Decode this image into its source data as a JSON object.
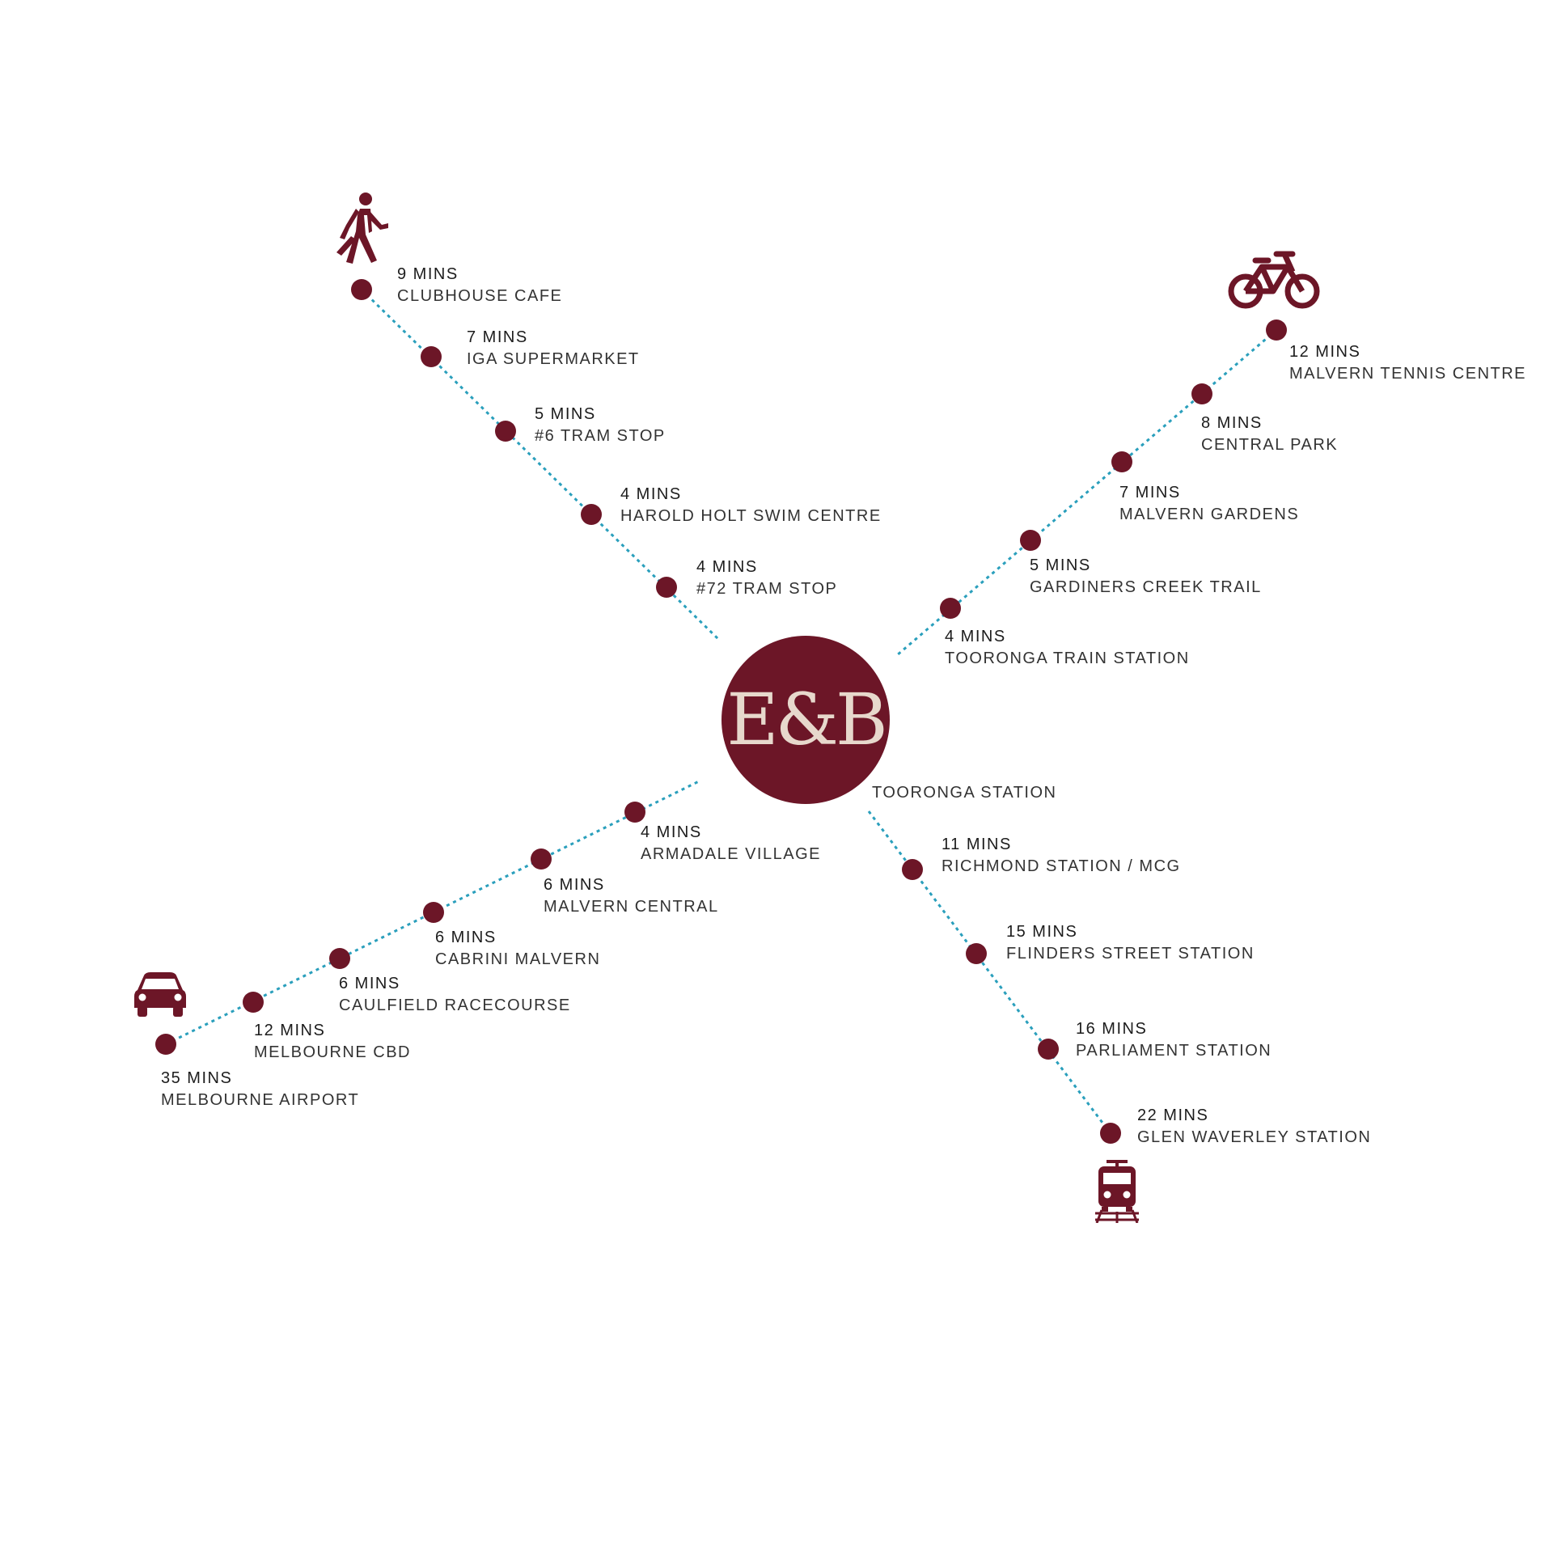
{
  "hub": {
    "logo_text": "E&B",
    "station_label": "TOORONGA STATION"
  },
  "colors": {
    "accent": "#6c1627",
    "route_line": "#2a9fbc",
    "logo_text": "#e7d8cc"
  },
  "routes": {
    "walk": {
      "icon": "walking-person-icon",
      "stops": [
        {
          "mins": "9 MINS",
          "place": "CLUBHOUSE CAFE"
        },
        {
          "mins": "7 MINS",
          "place": "IGA SUPERMARKET"
        },
        {
          "mins": "5 MINS",
          "place": "#6 TRAM STOP"
        },
        {
          "mins": "4 MINS",
          "place": "HAROLD HOLT SWIM CENTRE"
        },
        {
          "mins": "4 MINS",
          "place": "#72 TRAM STOP"
        }
      ]
    },
    "bike": {
      "icon": "bicycle-icon",
      "stops": [
        {
          "mins": "12 MINS",
          "place": "MALVERN TENNIS CENTRE"
        },
        {
          "mins": "8 MINS",
          "place": "CENTRAL PARK"
        },
        {
          "mins": "7 MINS",
          "place": "MALVERN GARDENS"
        },
        {
          "mins": "5 MINS",
          "place": "GARDINERS CREEK TRAIL"
        },
        {
          "mins": "4 MINS",
          "place": "TOORONGA TRAIN STATION"
        }
      ]
    },
    "car": {
      "icon": "car-icon",
      "stops": [
        {
          "mins": "4 MINS",
          "place": "ARMADALE VILLAGE"
        },
        {
          "mins": "6 MINS",
          "place": "MALVERN CENTRAL"
        },
        {
          "mins": "6 MINS",
          "place": "CABRINI MALVERN"
        },
        {
          "mins": "6 MINS",
          "place": "CAULFIELD RACECOURSE"
        },
        {
          "mins": "12 MINS",
          "place": "MELBOURNE CBD"
        },
        {
          "mins": "35 MINS",
          "place": "MELBOURNE AIRPORT"
        }
      ]
    },
    "train": {
      "icon": "train-icon",
      "stops": [
        {
          "mins": "11 MINS",
          "place": "RICHMOND STATION / MCG"
        },
        {
          "mins": "15 MINS",
          "place": "FLINDERS STREET STATION"
        },
        {
          "mins": "16 MINS",
          "place": "PARLIAMENT STATION"
        },
        {
          "mins": "22 MINS",
          "place": "GLEN WAVERLEY STATION"
        }
      ]
    }
  }
}
